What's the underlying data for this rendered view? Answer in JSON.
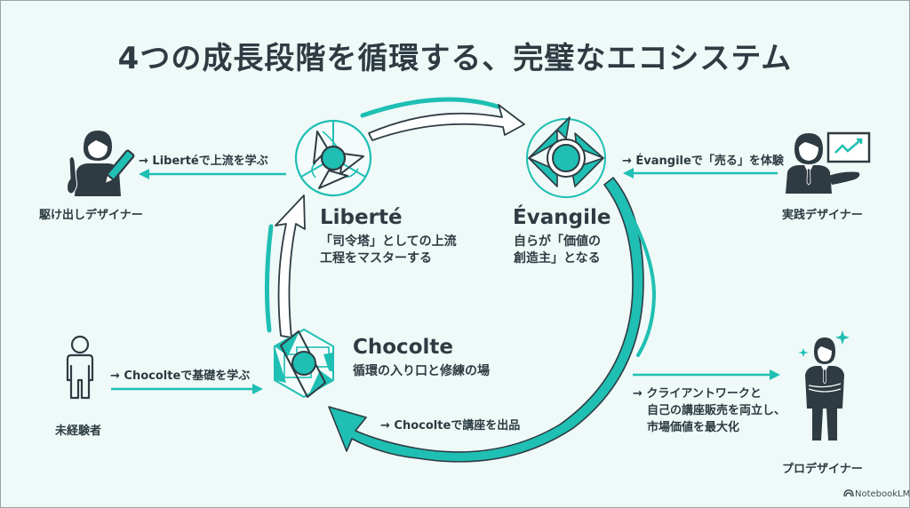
{
  "title": "4つの成長段階を循環する、完璧なエコシステム",
  "colors": {
    "accent": "#1fbfb3",
    "dark": "#2e3b42",
    "background": "#eef9f8"
  },
  "nodes": {
    "liberte": {
      "name": "Liberté",
      "desc_line1": "「司令塔」としての上流",
      "desc_line2": "工程をマスターする",
      "icon": "triskelion-icon"
    },
    "evangile": {
      "name": "Évangile",
      "desc_line1": "自らが「価値の",
      "desc_line2": "創造主」となる",
      "icon": "diamond-eye-icon"
    },
    "chocolte": {
      "name": "Chocolte",
      "desc_line1": "循環の入り口と修練の場",
      "icon": "hexagon-diamond-icon"
    }
  },
  "personas": {
    "beginner_designer": {
      "label": "駆け出しデザイナー",
      "icon": "designer-with-pencil-icon"
    },
    "practicing_designer": {
      "label": "実践デザイナー",
      "icon": "presenter-with-chart-icon"
    },
    "inexperienced": {
      "label": "未経験者",
      "icon": "person-outline-icon"
    },
    "pro_designer": {
      "label": "プロデザイナー",
      "icon": "businessman-arms-crossed-icon"
    }
  },
  "edges": {
    "to_beginner": "→ Libertéで上流を学ぶ",
    "to_practicing": "→ Évangileで「売る」を体験",
    "from_inexperienced": "→ Chocolteで基礎を学ぶ",
    "to_chocolte": "→ Chocolteで講座を出品",
    "to_pro_line1": "→ クライアントワークと",
    "to_pro_line2": "自己の講座販売を両立し、",
    "to_pro_line3": "市場価値を最大化"
  },
  "brand": {
    "label": "NotebookLM",
    "icon": "notebooklm-logo-icon"
  }
}
